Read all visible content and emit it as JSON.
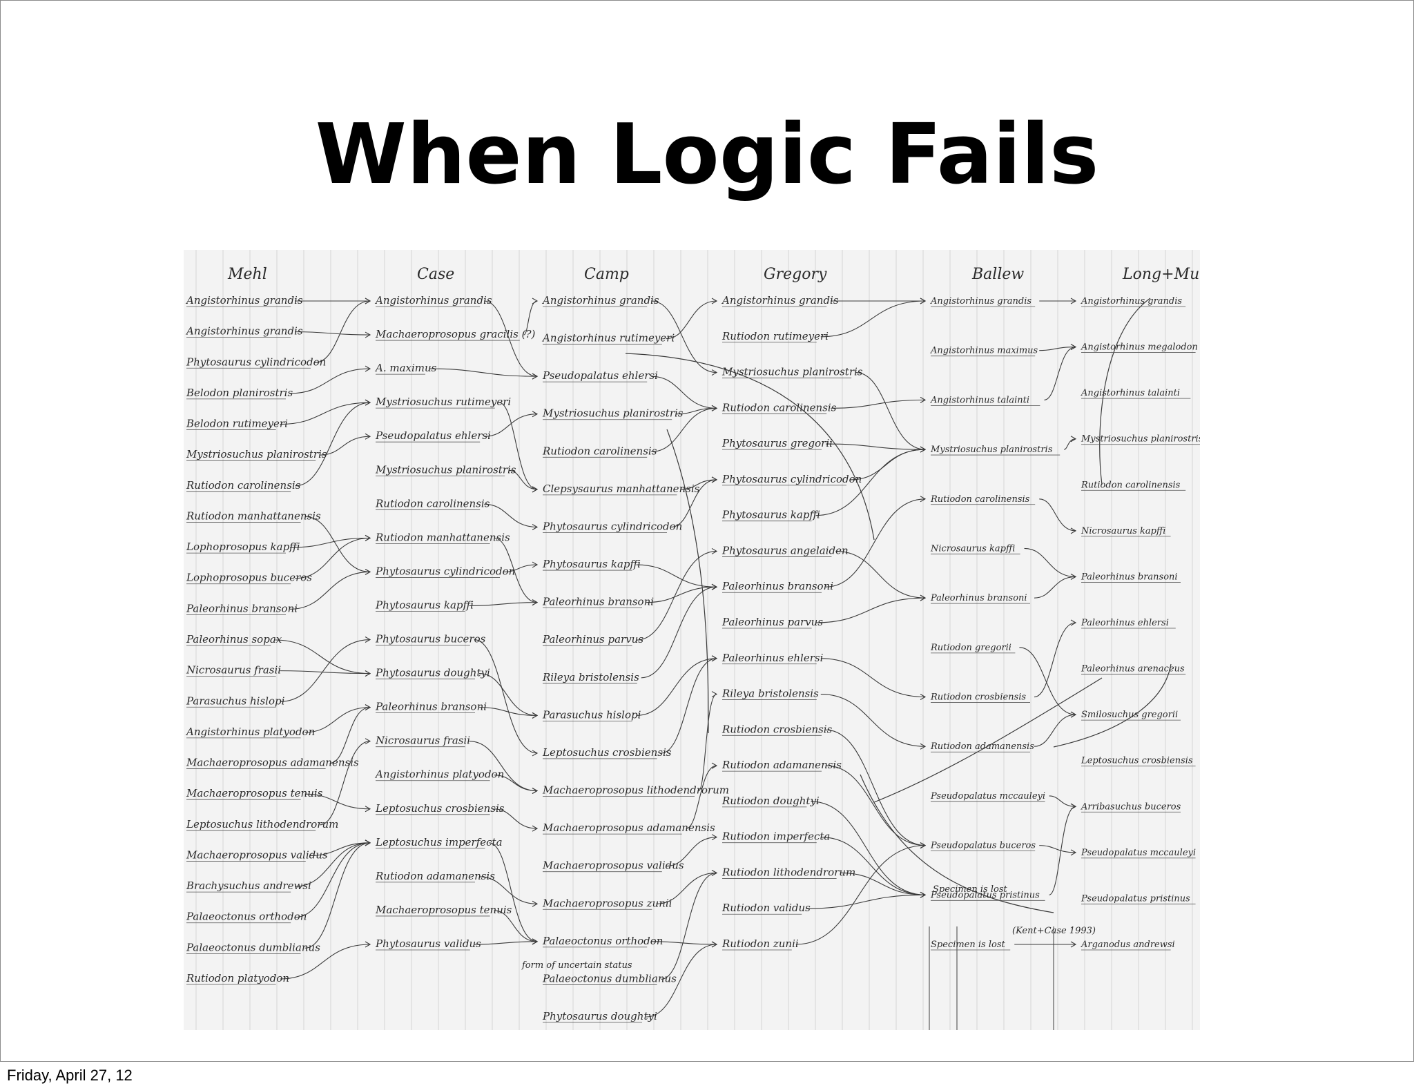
{
  "slide": {
    "title": "When Logic Fails",
    "footer_date": "Friday, April 27, 12"
  },
  "image": {
    "columns": [
      "Mehl",
      "Case",
      "Camp",
      "Gregory",
      "Ballew",
      "Long+Murry"
    ],
    "col_mehl": [
      "Angistorhinus grandis",
      "Angistorhinus grandis",
      "Phytosaurus cylindricodon",
      "Belodon planirostris",
      "Belodon rutimeyeri",
      "Mystriosuchus planirostris",
      "Rutiodon carolinensis",
      "Rutiodon manhattanensis",
      "Lophoprosopus kapffi",
      "Lophoprosopus buceros",
      "Paleorhinus bransoni",
      "Paleorhinus sopax",
      "Nicrosaurus frasii",
      "Parasuchus hislopi",
      "Angistorhinus platyodon",
      "Machaeroprosopus adamanensis",
      "Machaeroprosopus tenuis",
      "Leptosuchus lithodendrorum",
      "Machaeroprosopus validus",
      "Brachysuchus andrewsi",
      "Palaeoctonus orthodon",
      "Palaeoctonus dumblianus",
      "Rutiodon platyodon"
    ],
    "col_case": [
      "Angistorhinus grandis",
      "Machaeroprosopus gracilis (?)",
      "A. maximus",
      "Mystriosuchus rutimeyeri",
      "Pseudopalatus ehlersi",
      "Mystriosuchus planirostris",
      "Rutiodon carolinensis",
      "Rutiodon manhattanensis",
      "Phytosaurus cylindricodon",
      "Phytosaurus kapffi",
      "Phytosaurus buceros",
      "Phytosaurus doughtyi",
      "Paleorhinus bransoni",
      "Nicrosaurus frasii",
      "Angistorhinus platyodon",
      "Leptosuchus crosbiensis",
      "Leptosuchus imperfecta",
      "Rutiodon adamanensis",
      "Machaeroprosopus tenuis",
      "Phytosaurus validus"
    ],
    "col_camp": [
      "Angistorhinus grandis",
      "Angistorhinus rutimeyeri",
      "Pseudopalatus ehlersi",
      "Mystriosuchus planirostris",
      "Rutiodon carolinensis",
      "Clepsysaurus manhattanensis",
      "Phytosaurus cylindricodon",
      "Phytosaurus kapffi",
      "Paleorhinus bransoni",
      "Paleorhinus parvus",
      "Rileya bristolensis",
      "Parasuchus hislopi",
      "Leptosuchus crosbiensis",
      "Machaeroprosopus lithodendrorum",
      "Machaeroprosopus adamanensis",
      "Machaeroprosopus validus",
      "Machaeroprosopus zunii",
      "Palaeoctonus orthodon",
      "Palaeoctonus dumblianus",
      "Phytosaurus doughtyi"
    ],
    "col_gregory": [
      "Angistorhinus grandis",
      "Rutiodon rutimeyeri",
      "Mystriosuchus planirostris",
      "Rutiodon carolinensis",
      "Phytosaurus gregorii",
      "Phytosaurus cylindricodon",
      "Phytosaurus kapffi",
      "Phytosaurus angelaiden",
      "Paleorhinus bransoni",
      "Paleorhinus parvus",
      "Paleorhinus ehlersi",
      "Rileya bristolensis",
      "Rutiodon crosbiensis",
      "Rutiodon adamanensis",
      "Rutiodon doughtyi",
      "Rutiodon imperfecta",
      "Rutiodon lithodendrorum",
      "Rutiodon validus",
      "Rutiodon zunii"
    ],
    "col_ballew": [
      "Angistorhinus grandis",
      "Angistorhinus maximus",
      "Angistorhinus talainti",
      "Mystriosuchus planirostris",
      "Rutiodon carolinensis",
      "Nicrosaurus kapffi",
      "Paleorhinus bransoni",
      "Rutiodon gregorii",
      "Rutiodon crosbiensis",
      "Rutiodon adamanensis",
      "Pseudopalatus mccauleyi",
      "Pseudopalatus buceros",
      "Pseudopalatus pristinus",
      "Specimen is lost"
    ],
    "col_longmurry": [
      "Angistorhinus grandis",
      "Angistorhinus megalodon",
      "Angistorhinus talainti",
      "Mystriosuchus planirostris",
      "Rutiodon carolinensis",
      "Nicrosaurus kapffi",
      "Paleorhinus bransoni",
      "Paleorhinus ehlersi",
      "Paleorhinus arenaceus",
      "Smilosuchus gregorii",
      "Leptosuchus crosbiensis",
      "Arribasuchus buceros",
      "Pseudopalatus mccauleyi",
      "Pseudopalatus pristinus",
      "Arganodus andrewsi"
    ],
    "notes": [
      "Specimen is lost",
      "form of uncertain status",
      "(Kent+Case 1993)"
    ]
  }
}
